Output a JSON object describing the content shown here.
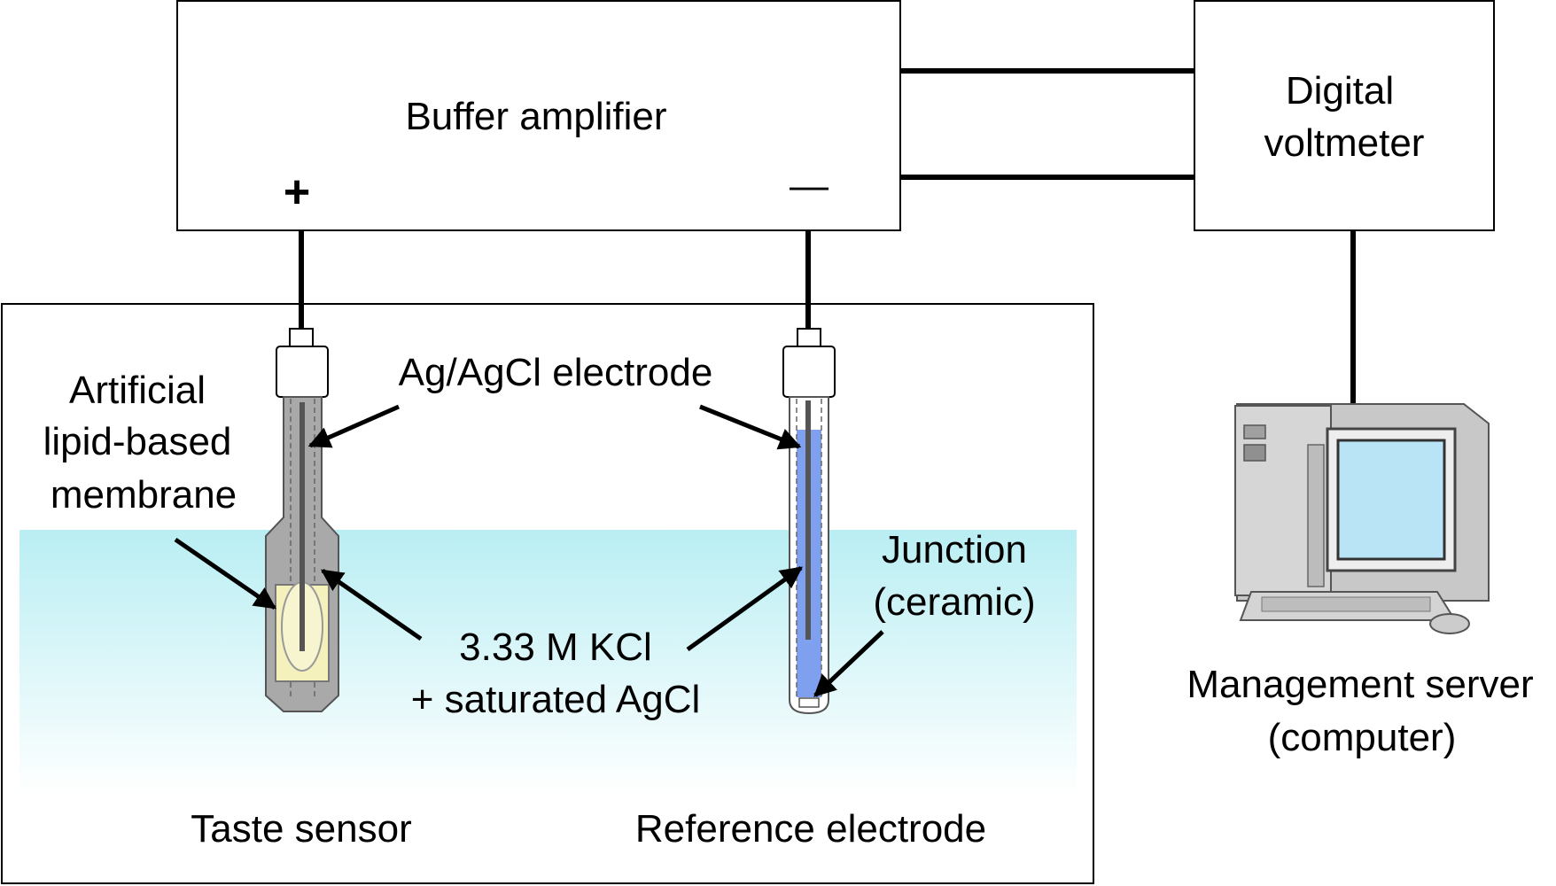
{
  "blocks": {
    "buffer_amplifier": "Buffer amplifier",
    "plus_terminal": "+",
    "minus_terminal": "—",
    "digital_voltmeter": [
      "Digital",
      "voltmeter"
    ]
  },
  "labels": {
    "membrane": [
      "Artificial",
      "lipid-based",
      "membrane"
    ],
    "electrode": "Ag/AgCl electrode",
    "kcl": [
      "3.33 M KCl",
      "+ saturated AgCl"
    ],
    "junction": [
      "Junction",
      "(ceramic)"
    ],
    "taste_sensor": "Taste sensor",
    "reference_electrode": "Reference electrode",
    "management_server": [
      "Management server",
      "(computer)"
    ]
  },
  "colors": {
    "solution": "#c6f2f6",
    "sensor_body": "#a9a9a9",
    "membrane_fill": "#f4f1bd",
    "reference_fill": "#7f9fef",
    "monitor_screen": "#b9e4f6"
  }
}
